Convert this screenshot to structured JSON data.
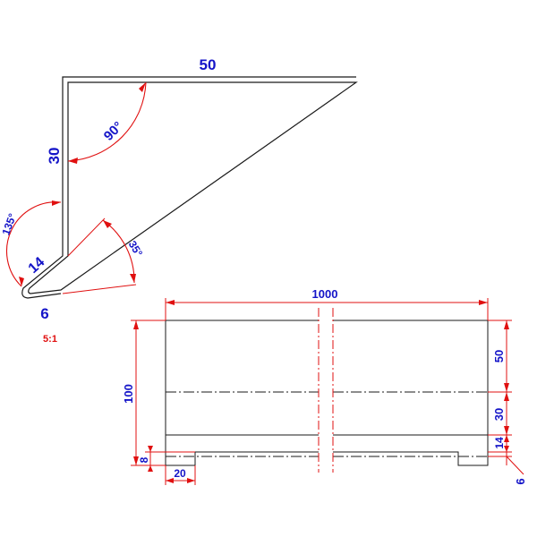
{
  "profile_view": {
    "dimensions": {
      "top_length": "50",
      "vertical_length": "30",
      "slope_length": "14",
      "hem_length": "6"
    },
    "angles": {
      "top_corner": "90°",
      "slope_bend": "135°",
      "hem_opening": "35°"
    },
    "scale": "5:1"
  },
  "front_view": {
    "dimensions": {
      "overall_length": "1000",
      "overall_height": "100",
      "top_band": "50",
      "middle_band": "30",
      "slope_band": "14",
      "hem": "6",
      "notch_width": "20",
      "notch_height": "8"
    }
  },
  "colors": {
    "outline": "#1a1a1a",
    "dimension_text": "#1414c8",
    "dimension_line": "#e01010",
    "background": "#ffffff"
  }
}
